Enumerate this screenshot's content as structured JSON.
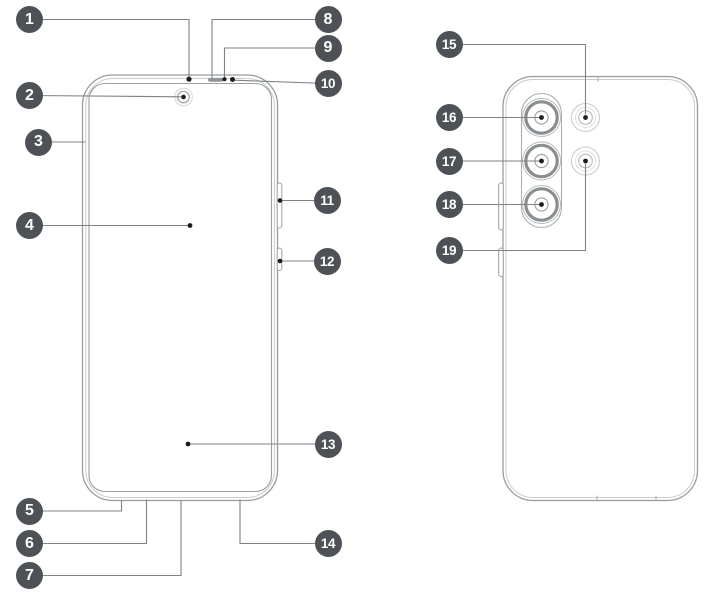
{
  "page": {
    "background": "#ffffff",
    "content_type": "phone hardware callout diagram, front and back views, no text labels besides numbers"
  },
  "callouts": {
    "c1": "1",
    "c2": "2",
    "c3": "3",
    "c4": "4",
    "c5": "5",
    "c6": "6",
    "c7": "7",
    "c8": "8",
    "c9": "9",
    "c10": "10",
    "c11": "11",
    "c12": "12",
    "c13": "13",
    "c14": "14",
    "c15": "15",
    "c16": "16",
    "c17": "17",
    "c18": "18",
    "c19": "19"
  },
  "front_view": {
    "callout_numbers": [
      "1",
      "2",
      "3",
      "4",
      "5",
      "6",
      "7",
      "8",
      "9",
      "10",
      "11",
      "12",
      "13",
      "14"
    ]
  },
  "back_view": {
    "callout_numbers": [
      "15",
      "16",
      "17",
      "18",
      "19"
    ]
  },
  "colors": {
    "badge_bg": "#4e5256",
    "badge_text": "#ffffff",
    "leader_line": "#7f8285",
    "phone_outline": "#989da0",
    "phone_outline_light": "#c9ccce",
    "lens_ring": "#8a8e91",
    "detail_dot": "#1d1d1d",
    "earpiece_fill": "#8f9396"
  }
}
